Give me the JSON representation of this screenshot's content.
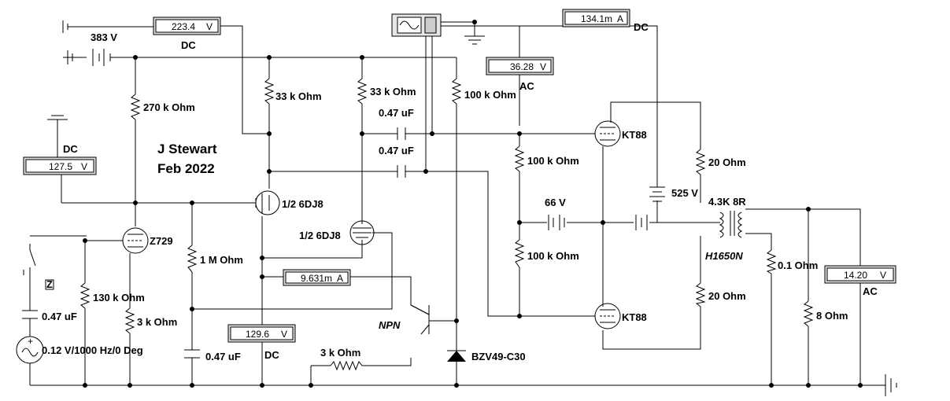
{
  "annotation": {
    "author": "J Stewart",
    "date": "Feb 2022"
  },
  "sources": {
    "b1": "383 V",
    "b2": "525 V",
    "b3": "66 V",
    "ac": "0.12 V/1000 Hz/0 Deg"
  },
  "meters": {
    "m1": {
      "value": "223.4",
      "unit": "V",
      "mode": "DC"
    },
    "m2": {
      "value": "134.1m",
      "unit": "A",
      "mode": "DC"
    },
    "m3": {
      "value": "36.28",
      "unit": "V",
      "mode": "AC"
    },
    "m4": {
      "value": "127.5",
      "unit": "V",
      "mode": "DC"
    },
    "m5": {
      "value": "9.631m",
      "unit": "A"
    },
    "m6": {
      "value": "129.6",
      "unit": "V",
      "mode": "DC"
    },
    "m7": {
      "value": "14.20",
      "unit": "V",
      "mode": "AC"
    }
  },
  "components": {
    "r1": "270 k Ohm",
    "r2": "33 k Ohm",
    "r3": "33 k Ohm",
    "r4": "100 k Ohm",
    "r5": "100 k Ohm",
    "r6": "100 k Ohm",
    "r7": "1 M Ohm",
    "r8": "130 k Ohm",
    "r9": "3 k Ohm",
    "r10": "3 k Ohm",
    "r11": "20  Ohm",
    "r12": "20  Ohm",
    "r13": "0.1  Ohm",
    "r14": "8  Ohm",
    "c1": "0.47 uF",
    "c2": "0.47 uF",
    "c3": "0.47 uF",
    "c4": "0.47 uF",
    "v1": "1/2 6DJ8",
    "v2": "1/2 6DJ8",
    "v3": "KT88",
    "v4": "KT88",
    "v5": "Z729",
    "npn": "NPN",
    "zener": "BZV49-C30",
    "xfmr_ratio": "4.3K 8R",
    "xfmr_model": "H1650N",
    "switch_key": "Z"
  }
}
